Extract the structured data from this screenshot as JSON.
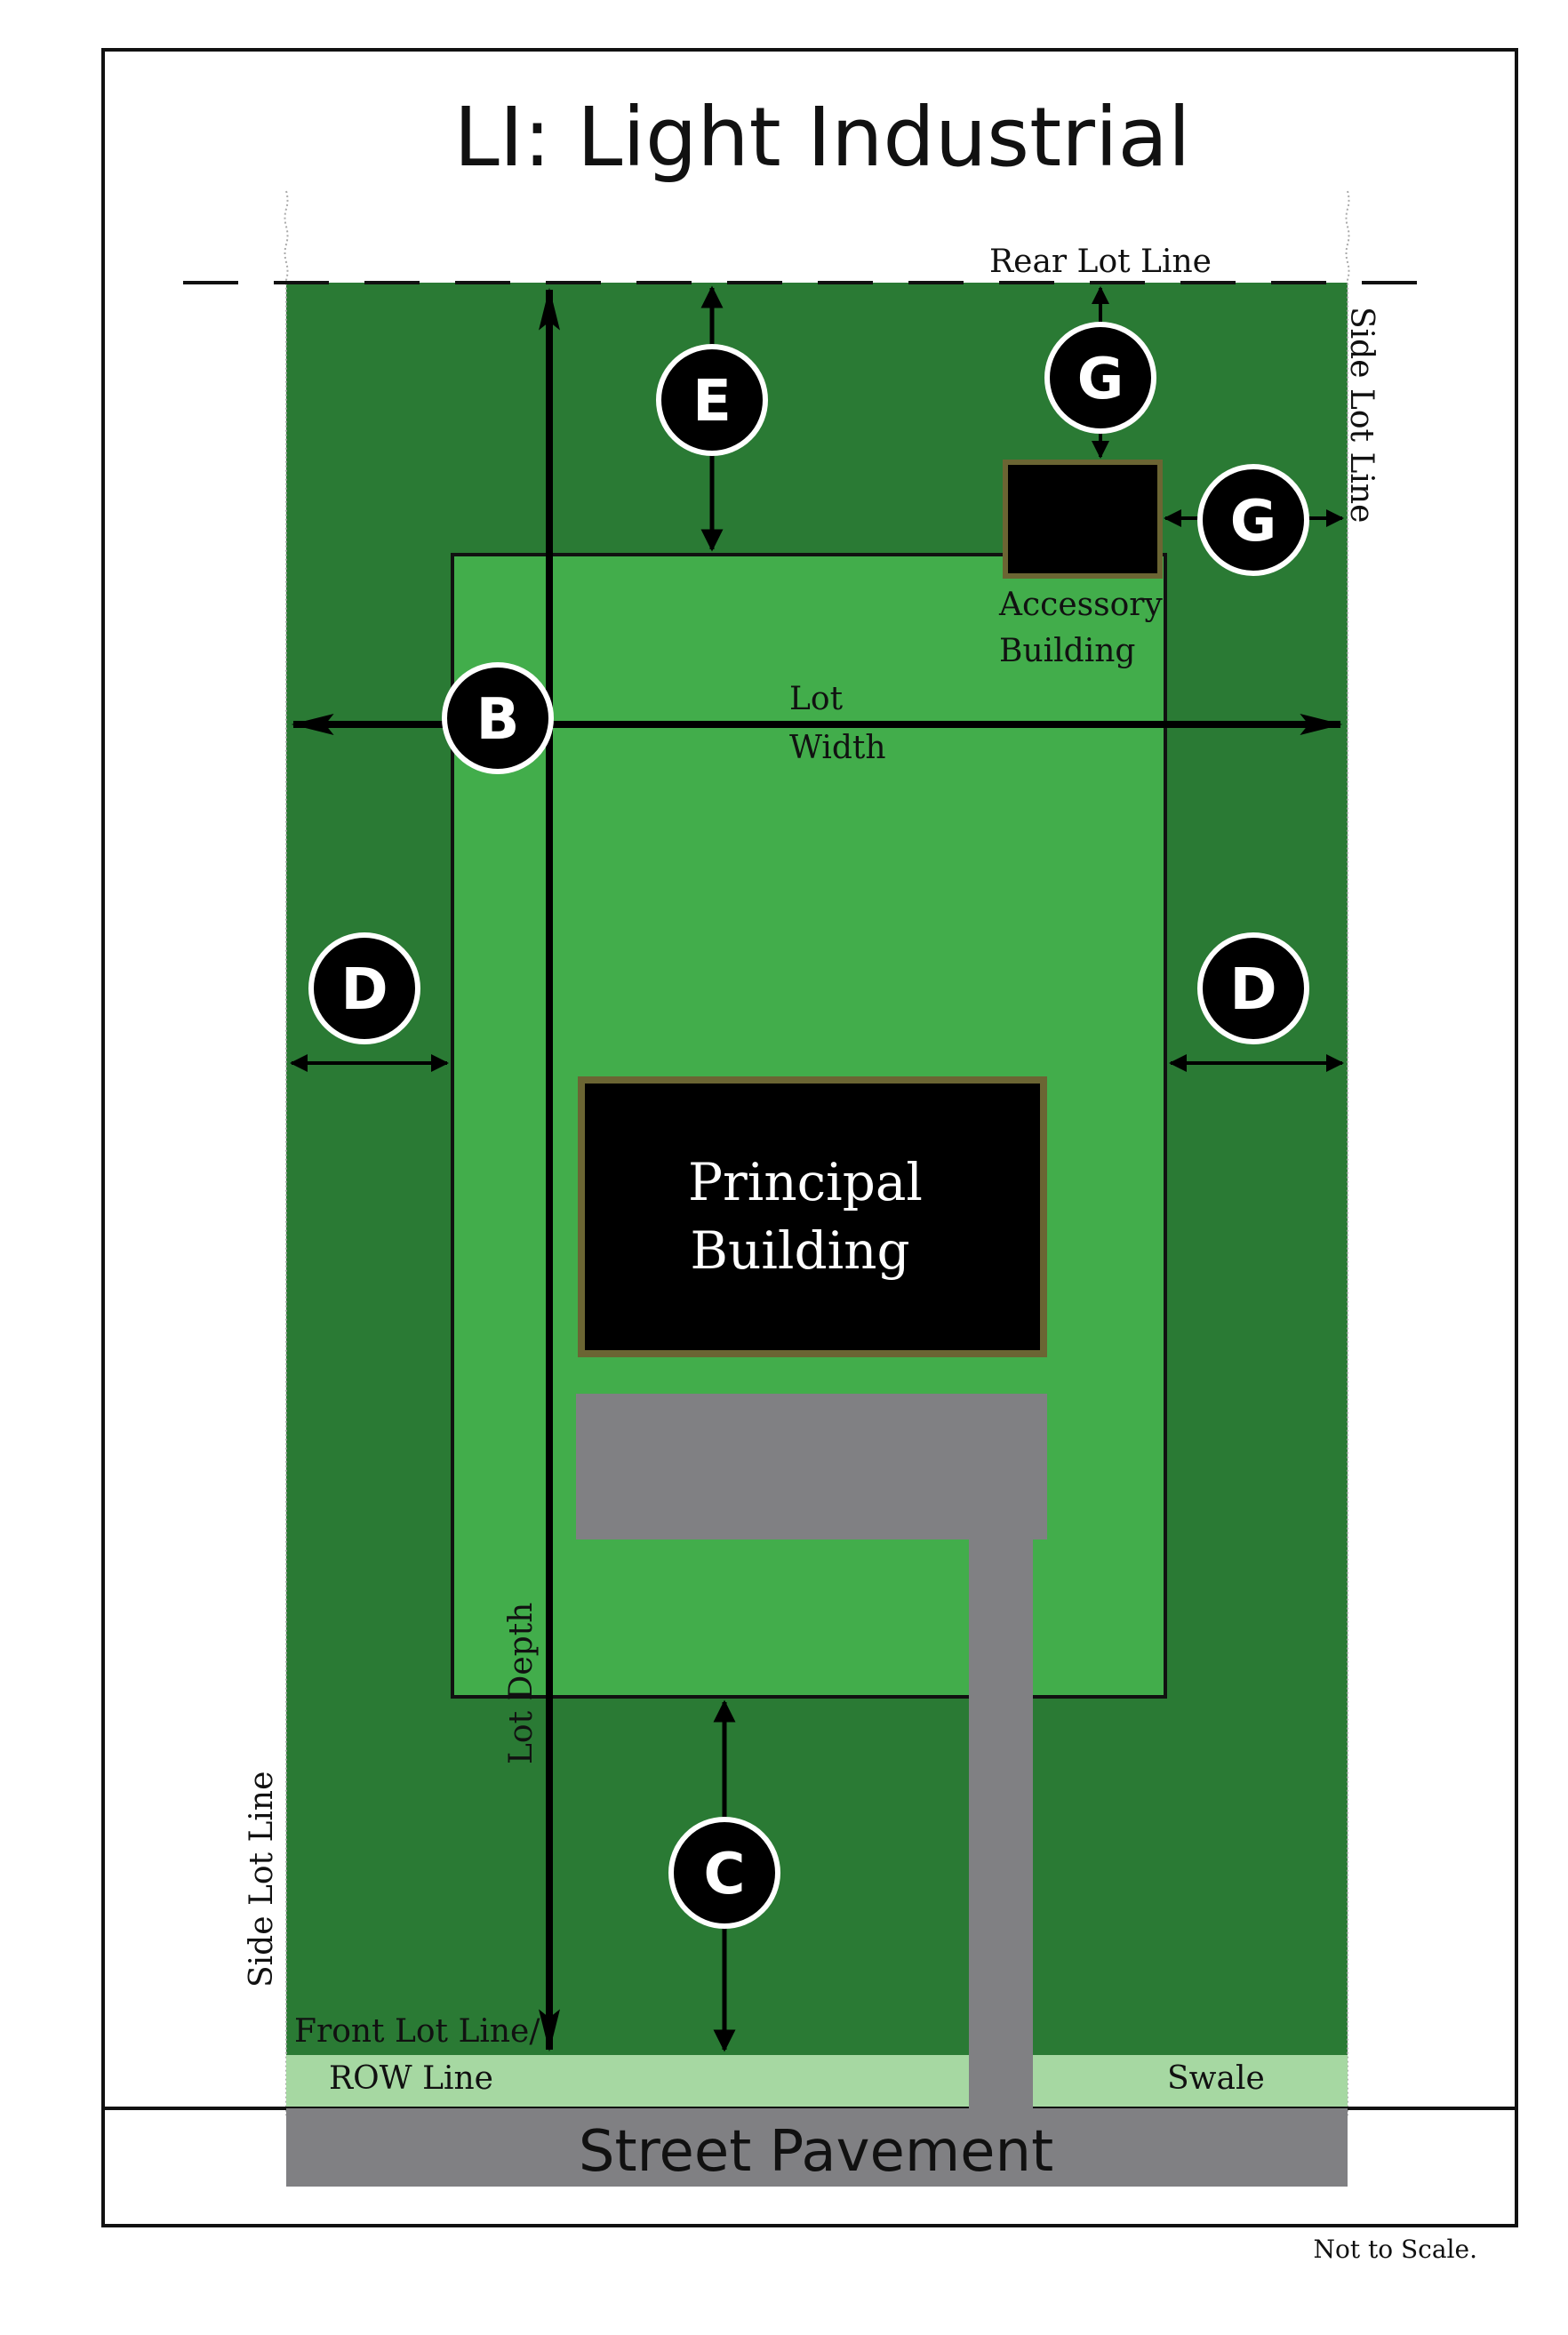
{
  "title": "LI: Light Industrial",
  "labels": {
    "rear_lot_line": "Rear Lot Line",
    "side_lot_line_right": "Side Lot Line",
    "side_lot_line_left": "Side Lot Line",
    "lot_width_line1": "Lot",
    "lot_width_line2": "Width",
    "lot_depth": "Lot Depth",
    "accessory_building_line1": "Accessory",
    "accessory_building_line2": "Building",
    "principal_building_line1": "Principal",
    "principal_building_line2": "Building",
    "front_lot_line": "Front Lot Line/",
    "row_line": "ROW Line",
    "swale": "Swale",
    "street_pavement": "Street Pavement",
    "not_to_scale": "Not to Scale."
  },
  "markers": {
    "e": "E",
    "g_top": "G",
    "g_side": "G",
    "b": "B",
    "d_left": "D",
    "d_right": "D",
    "c": "C"
  },
  "colors": {
    "lot": "#2a7a34",
    "buildable_area": "#42ad4b",
    "row_strip": "#a6d8a2",
    "pavement": "#808083",
    "building": "#000000",
    "building_outline": "#6b6533",
    "frame": "#111111"
  }
}
